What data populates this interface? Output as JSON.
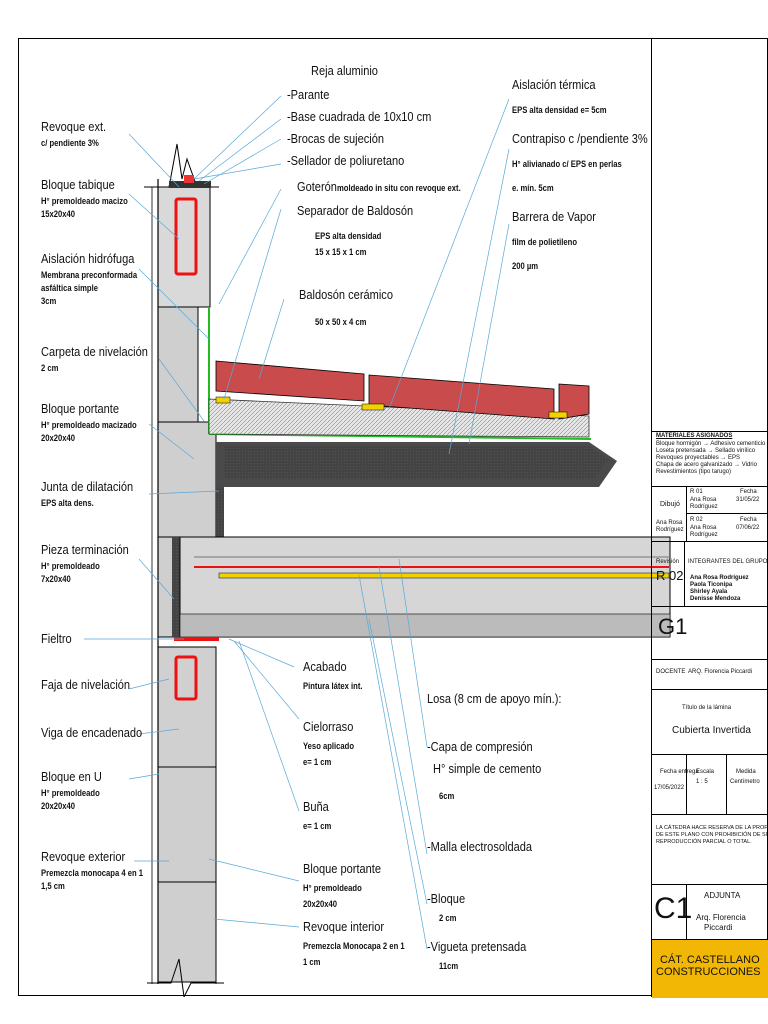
{
  "labels_left": [
    {
      "title": "Revoque ext.",
      "sub": [
        "c/ pendiente 3%"
      ]
    },
    {
      "title": "Bloque tabique",
      "sub": [
        "H° premoldeado macizo",
        "15x20x40"
      ]
    },
    {
      "title": "Aislación hidrófuga",
      "sub": [
        "Membrana preconformada",
        "asfáltica simple",
        "3cm"
      ]
    },
    {
      "title": "Carpeta de nivelación",
      "sub": [
        "2 cm"
      ]
    },
    {
      "title": "Bloque portante",
      "sub": [
        "H° premoldeado macizado",
        "20x20x40"
      ]
    },
    {
      "title": "Junta de dilatación",
      "sub": [
        "EPS alta dens."
      ]
    },
    {
      "title": "Pieza terminación",
      "sub": [
        "H° premoldeado",
        "7x20x40"
      ]
    },
    {
      "title": "Fieltro",
      "sub": []
    },
    {
      "title": "Faja de nivelación",
      "sub": []
    },
    {
      "title": "Viga de encadenado",
      "sub": []
    },
    {
      "title": "Bloque en U",
      "sub": [
        "H° premoldeado",
        "20x20x40"
      ]
    },
    {
      "title": "Revoque exterior",
      "sub": [
        "Premezcla monocapa 4 en 1",
        "1,5 cm"
      ]
    }
  ],
  "reja": {
    "title": "Reja aluminio",
    "items": [
      "-Parante",
      "-Base cuadrada de 10x10 cm",
      "-Brocas de sujeción",
      "-Sellador de poliuretano"
    ]
  },
  "goteron": {
    "title": "Goterón",
    "sub": "moldeado in situ con revoque ext."
  },
  "separador": {
    "title": "Separador de Baldosón",
    "sub": [
      "EPS alta densidad",
      "15 x 15 x 1 cm"
    ]
  },
  "baldoson": {
    "title": "Baldosón cerámico",
    "sub": "50 x 50 x 4 cm"
  },
  "labels_right": [
    {
      "title": "Aislación térmica",
      "sub": [
        "EPS alta densidad e= 5cm"
      ]
    },
    {
      "title": "Contrapiso c /pendiente 3%",
      "sub": [
        "H° alivianado c/ EPS en perlas",
        "e. mín. 5cm"
      ]
    },
    {
      "title": "Barrera de Vapor",
      "sub": [
        "film de polietileno",
        "200 µm"
      ]
    }
  ],
  "labels_bottom": [
    {
      "title": "Acabado",
      "sub": [
        "Pintura látex int."
      ]
    },
    {
      "title": "Cielorraso",
      "sub": [
        "Yeso aplicado",
        "e= 1 cm"
      ]
    },
    {
      "title": "Buña",
      "sub": [
        "e= 1 cm"
      ]
    },
    {
      "title": "Bloque portante",
      "sub": [
        "H° premoldeado",
        "20x20x40"
      ]
    },
    {
      "title": "Revoque interior",
      "sub": [
        "Premezcla Monocapa 2 en 1",
        "1 cm"
      ]
    }
  ],
  "losa": {
    "title": "Losa (8 cm de apoyo mín.):",
    "items": [
      {
        "title": "-Capa de compresión",
        "title2": "H° simple de cemento",
        "sub": "6cm"
      },
      {
        "title": "-Malla electrosoldada",
        "title2": "",
        "sub": ""
      },
      {
        "title": "-Bloque",
        "title2": "",
        "sub": "2 cm"
      },
      {
        "title": "-Vigueta pretensada",
        "title2": "",
        "sub": "11cm"
      }
    ]
  },
  "title_block": {
    "materiales_title": "MATERIALES ASIGNADOS",
    "materiales": [
      "Bloque hormigón  →  Adhesivo cementicio",
      "Loseta pretensada  →  Sellado vinílico",
      "Revoques proyectables  →  EPS",
      "Chapa de acero galvanizado  →  Vidrio",
      "Revestimientos (tipo tarugo)"
    ],
    "dibujo_label": "Dibujó",
    "dibujo_name": [
      "Ana Rosa",
      "Rodríguez"
    ],
    "rev1": {
      "r": "R 01",
      "name": [
        "Ana Rosa",
        "Rodríguez"
      ],
      "fecha_label": "Fecha",
      "fecha": "31/05/22"
    },
    "rev2": {
      "r": "R 02",
      "name": [
        "Ana Rosa",
        "Rodríguez"
      ],
      "fecha_label": "Fecha",
      "fecha": "07/06/22"
    },
    "revision_label": "Revisión",
    "revision": "R 02",
    "integrantes_title": "INTEGRANTES DEL GRUPO",
    "integrantes": [
      "Ana Rosa Rodríguez",
      "Paola Ticonipa",
      "Shirley Ayala",
      "Denisse Mendoza"
    ],
    "grupo": "G1",
    "docente_label": "DOCENTE",
    "docente": "ARQ. Florencia Piccardi",
    "titulo_label": "Título de la lámina",
    "titulo": "Cubierta Invertida",
    "fecha_label": "Fecha entrega",
    "fecha": "17/05/2022",
    "escala_label": "Escala",
    "escala": "1 : 5",
    "medida_label": "Medida",
    "medida": "Centímetro",
    "reserva": [
      "LA CÁTEDRA HACE RESERVA DE LA PROPIEDAD",
      "DE ESTE PLANO CON PROHIBICIÓN DE SU",
      "REPRODUCCIÓN PARCIAL O TOTAL."
    ],
    "code": "C1",
    "cargo": "ADJUNTA",
    "adjunta": [
      "Arq. Florencia",
      "Piccardi"
    ],
    "catedra": [
      "CÁT. CASTELLANO",
      "CONSTRUCCIONES"
    ],
    "catedra_color": "#f2b705"
  }
}
